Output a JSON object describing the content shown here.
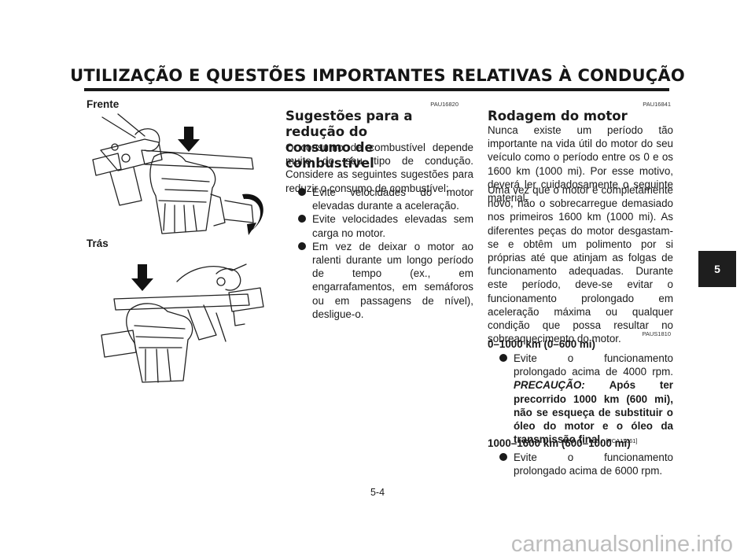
{
  "header": {
    "title": "UTILIZAÇÃO E QUESTÕES IMPORTANTES RELATIVAS À CONDUÇÃO"
  },
  "side_tab": {
    "label": "5"
  },
  "figures": {
    "front_label": "Frente",
    "rear_label": "Trás"
  },
  "section_fuel": {
    "ref": "PAU16820",
    "title_line1": "Sugestões para a redução do",
    "title_line2": "consumo de combustível",
    "intro": "O consumo de combustível depende muito do seu tipo de condução. Considere as seguintes sugestões para reduzir o consumo de combustível:",
    "bullets": [
      "Evite velocidades do motor elevadas durante a aceleração.",
      "Evite velocidades elevadas sem carga no motor.",
      "Em vez de deixar o motor ao ralenti durante um longo período de tempo (ex., em engarrafamentos, em semáforos ou em passagens de nível), desligue-o."
    ]
  },
  "section_breakin": {
    "ref": "PAU16841",
    "title": "Rodagem do motor",
    "para1": "Nunca existe um período tão importante na vida útil do motor do seu veículo como o período entre os 0 e os 1600 km (1000 mi). Por esse motivo, deverá ler cuidadosamente o seguinte material.",
    "para2": "Uma vez que o motor é completamente novo, não o sobrecarregue demasiado nos primeiros 1600 km (1000 mi). As diferentes peças do motor desgastam-se e obtêm um polimento por si próprias até que atinjam as folgas de funcionamento adequadas. Durante este período, deve-se evitar o funcionamento prolongado em aceleração máxima ou qualquer condição que possa resultar no sobreaquecimento do motor.",
    "ref2": "PAUS1810",
    "sub1_title": "0–1000 km (0–600 mi)",
    "sub1_bullet_text": "Evite o funcionamento prolongado acima de 4000 rpm.",
    "sub1_caution_label": "PRECAUÇÃO:",
    "sub1_caution_text": "Após ter precorrido 1000 km (600 mi), não se esqueça de substituir o óleo do motor e o óleo da transmissão final.",
    "sub1_caution_ref": "[PCA11661]",
    "sub2_title": "1000–1600 km (600–1000 mi)",
    "sub2_bullet_text": "Evite o funcionamento prolongado acima de 6000 rpm."
  },
  "footer": {
    "page_number": "5-4",
    "watermark": "carmanualsonline.info"
  }
}
